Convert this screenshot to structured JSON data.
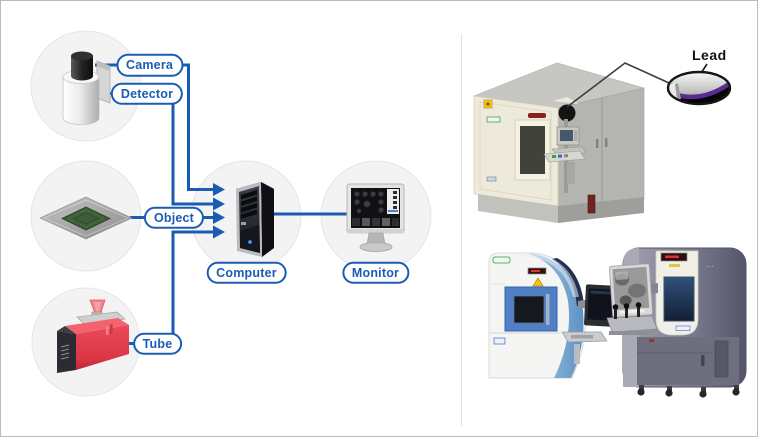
{
  "diagram": {
    "nodes": {
      "camera": "Camera",
      "detector": "Detector",
      "object": "Object",
      "tube": "Tube",
      "computer": "Computer",
      "monitor": "Monitor"
    },
    "callout_label": "Lead",
    "colors": {
      "accent_blue": "#1b5cb3",
      "circle_fill": "#f3f3f3",
      "lead_purple": "#5a2c91",
      "tube_red": "#e23c4c",
      "cabinet_cream": "#edeadb"
    }
  }
}
